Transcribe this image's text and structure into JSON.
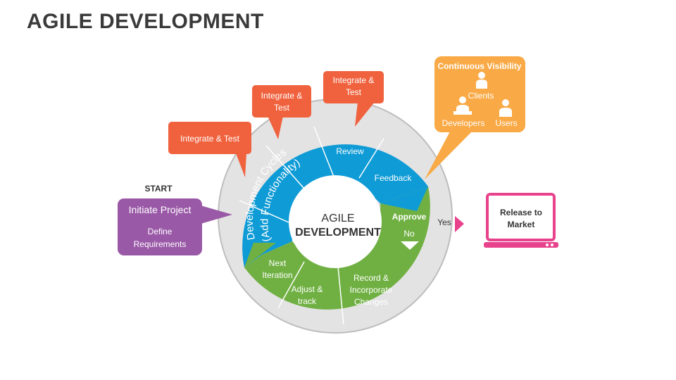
{
  "title": "AGILE DEVELOPMENT",
  "colors": {
    "blue": "#0E9BD6",
    "green": "#70B043",
    "orange_red": "#F0623E",
    "orange": "#F9A945",
    "purple": "#9A59A7",
    "pink": "#E8428C",
    "ring": "#D4D4D4",
    "text_dark": "#333333"
  },
  "center": {
    "line1": "AGILE",
    "line2": "DEVELOPMENT"
  },
  "segments": {
    "dev_cycles_line1": "Development Cycles",
    "dev_cycles_line2": "(Add Functionality)",
    "review": "Review",
    "feedback": "Feedback",
    "approve": "Approve",
    "no": "No",
    "record_line1": "Record &",
    "record_line2": "Incorporate",
    "record_line3": "Changes",
    "adjust_line1": "Adjust &",
    "adjust_line2": "track",
    "next_line1": "Next",
    "next_line2": "Iteration"
  },
  "callouts": {
    "integrate1": "Integrate & Test",
    "integrate2_line1": "Integrate &",
    "integrate2_line2": "Test",
    "integrate3_line1": "Integrate &",
    "integrate3_line2": "Test"
  },
  "visibility": {
    "title": "Continuous Visibility",
    "clients": "Clients",
    "developers": "Developers",
    "users": "Users"
  },
  "start": {
    "label": "START",
    "heading": "Initiate Project",
    "line1": "Define",
    "line2": "Requirements"
  },
  "yes_label": "Yes",
  "release": {
    "line1": "Release to",
    "line2": "Market"
  },
  "icons": {
    "clients": "person-icon",
    "developers": "developer-icon",
    "users": "user-icon",
    "laptop": "laptop-icon",
    "approve_arrow": "down-arrow-icon"
  }
}
